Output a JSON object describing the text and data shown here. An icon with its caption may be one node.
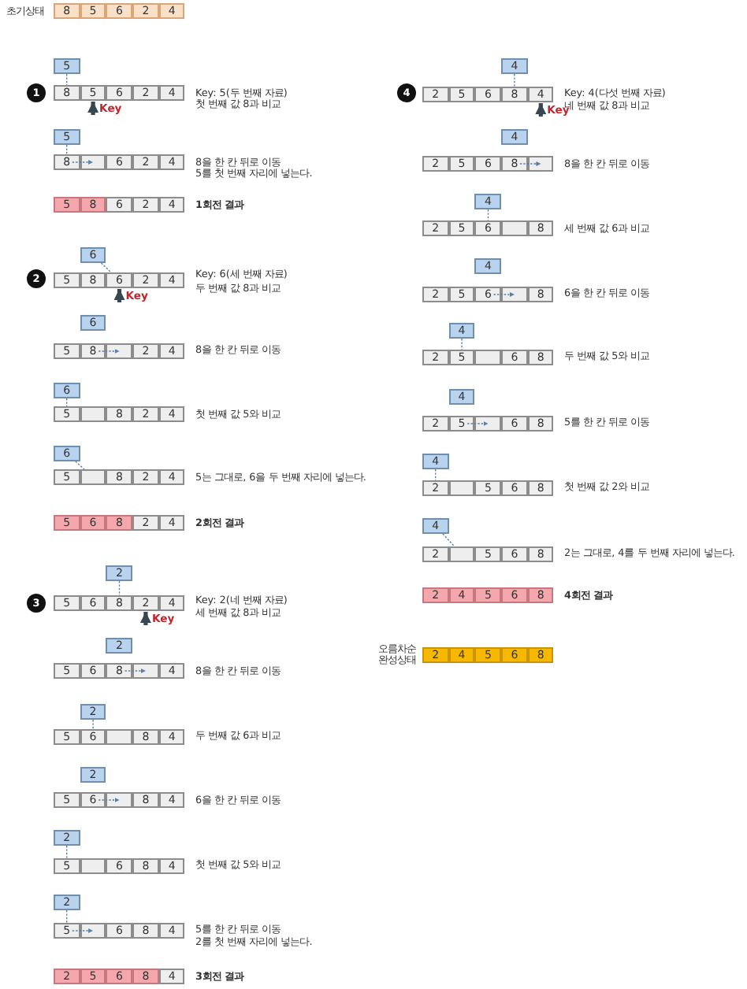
{
  "diagram": {
    "nodes": [
      {
        "text": [
          "8"
        ]
      },
      {
        "text": [
          "5"
        ]
      },
      {
        "text": [
          "6"
        ]
      },
      {
        "text": [
          "2"
        ]
      },
      {
        "text": [
          "4"
        ]
      },
      {
        "text": [
          "5"
        ]
      },
      {
        "text": [
          "1"
        ]
      },
      {
        "text": [
          "8"
        ]
      },
      {
        "text": [
          "5"
        ]
      },
      {
        "text": [
          "6"
        ]
      },
      {
        "text": [
          "2"
        ]
      },
      {
        "text": [
          "4"
        ]
      },
      {
        "text": [
          "5"
        ]
      },
      {
        "text": [
          "8"
        ]
      },
      {
        "text": [],
        "shape": "box"
      },
      {
        "text": [
          "6"
        ]
      },
      {
        "text": [
          "2"
        ]
      },
      {
        "text": [
          "4"
        ]
      },
      {
        "text": [
          "5"
        ]
      },
      {
        "text": [
          "8"
        ]
      },
      {
        "text": [
          "6"
        ]
      },
      {
        "text": [
          "2"
        ]
      },
      {
        "text": [
          "4"
        ]
      },
      {
        "text": [
          "6"
        ]
      },
      {
        "text": [
          "2"
        ]
      },
      {
        "text": [
          "5"
        ]
      },
      {
        "text": [
          "8"
        ]
      },
      {
        "text": [
          "6"
        ]
      },
      {
        "text": [
          "2"
        ]
      },
      {
        "text": [
          "4"
        ]
      },
      {
        "text": [
          "6"
        ]
      },
      {
        "text": [
          "5"
        ]
      },
      {
        "text": [
          "8"
        ]
      },
      {
        "text": [],
        "shape": "box"
      },
      {
        "text": [
          "2"
        ]
      },
      {
        "text": [
          "4"
        ]
      },
      {
        "text": [
          "6"
        ]
      },
      {
        "text": [
          "5"
        ]
      },
      {
        "text": [],
        "shape": "box"
      },
      {
        "text": [
          "8"
        ]
      },
      {
        "text": [
          "2"
        ]
      },
      {
        "text": [
          "4"
        ]
      },
      {
        "text": [
          "6"
        ]
      },
      {
        "text": [
          "5"
        ]
      },
      {
        "text": [],
        "shape": "box"
      },
      {
        "text": [
          "8"
        ]
      },
      {
        "text": [
          "2"
        ]
      },
      {
        "text": [
          "4"
        ]
      },
      {
        "text": [
          "5"
        ]
      },
      {
        "text": [
          "6"
        ]
      },
      {
        "text": [
          "8"
        ]
      },
      {
        "text": [
          "2"
        ]
      },
      {
        "text": [
          "4"
        ]
      },
      {
        "text": [
          "2"
        ]
      },
      {
        "text": [
          "3"
        ]
      },
      {
        "text": [
          "5"
        ]
      },
      {
        "text": [
          "6"
        ]
      },
      {
        "text": [
          "8"
        ]
      },
      {
        "text": [
          "2"
        ]
      },
      {
        "text": [
          "4"
        ]
      },
      {
        "text": [
          "2"
        ]
      },
      {
        "text": [
          "5"
        ]
      },
      {
        "text": [
          "6"
        ]
      },
      {
        "text": [
          "8"
        ]
      },
      {
        "text": [],
        "shape": "box"
      },
      {
        "text": [
          "4"
        ]
      },
      {
        "text": [
          "2"
        ]
      },
      {
        "text": [
          "5"
        ]
      },
      {
        "text": [
          "6"
        ]
      },
      {
        "text": [],
        "shape": "box"
      },
      {
        "text": [
          "8"
        ]
      },
      {
        "text": [
          "4"
        ]
      },
      {
        "text": [
          "2"
        ]
      },
      {
        "text": [
          "5"
        ]
      },
      {
        "text": [
          "6"
        ]
      },
      {
        "text": [],
        "shape": "box"
      },
      {
        "text": [
          "8"
        ]
      },
      {
        "text": [
          "4"
        ]
      },
      {
        "text": [
          "2"
        ]
      },
      {
        "text": [
          "5"
        ]
      },
      {
        "text": [],
        "shape": "box"
      },
      {
        "text": [
          "6"
        ]
      },
      {
        "text": [
          "8"
        ]
      },
      {
        "text": [
          "4"
        ]
      },
      {
        "text": [
          "2"
        ]
      },
      {
        "text": [
          "5"
        ]
      },
      {
        "text": [],
        "shape": "box"
      },
      {
        "text": [
          "6"
        ]
      },
      {
        "text": [
          "8"
        ]
      },
      {
        "text": [
          "4"
        ]
      },
      {
        "text": [
          "2"
        ]
      },
      {
        "text": [
          "5"
        ]
      },
      {
        "text": [
          "6"
        ]
      },
      {
        "text": [
          "8"
        ]
      },
      {
        "text": [
          "4"
        ]
      },
      {
        "text": [
          "4"
        ]
      },
      {
        "text": [
          "4"
        ]
      },
      {
        "text": [
          "2"
        ]
      },
      {
        "text": [
          "5"
        ]
      },
      {
        "text": [
          "6"
        ]
      },
      {
        "text": [
          "8"
        ]
      },
      {
        "text": [
          "4"
        ]
      },
      {
        "text": [
          "4"
        ]
      },
      {
        "text": [
          "2"
        ]
      },
      {
        "text": [
          "5"
        ]
      },
      {
        "text": [
          "6"
        ]
      },
      {
        "text": [
          "8"
        ]
      },
      {
        "text": [],
        "shape": "box"
      },
      {
        "text": [
          "4"
        ]
      },
      {
        "text": [
          "2"
        ]
      },
      {
        "text": [
          "5"
        ]
      },
      {
        "text": [
          "6"
        ]
      },
      {
        "text": [],
        "shape": "box"
      },
      {
        "text": [
          "8"
        ]
      },
      {
        "text": [
          "4"
        ]
      },
      {
        "text": [
          "2"
        ]
      },
      {
        "text": [
          "5"
        ]
      },
      {
        "text": [
          "6"
        ]
      },
      {
        "text": [],
        "shape": "box"
      },
      {
        "text": [
          "8"
        ]
      },
      {
        "text": [
          "4"
        ]
      },
      {
        "text": [
          "2"
        ]
      },
      {
        "text": [
          "5"
        ]
      },
      {
        "text": [],
        "shape": "box"
      },
      {
        "text": [
          "6"
        ]
      },
      {
        "text": [
          "8"
        ]
      },
      {
        "text": [
          "4"
        ]
      },
      {
        "text": [
          "2"
        ]
      },
      {
        "text": [
          "5"
        ]
      },
      {
        "text": [],
        "shape": "box"
      },
      {
        "text": [
          "6"
        ]
      },
      {
        "text": [
          "8"
        ]
      },
      {
        "text": [
          "4"
        ]
      },
      {
        "text": [
          "2"
        ]
      },
      {
        "text": [],
        "shape": "box"
      },
      {
        "text": [
          "5"
        ]
      },
      {
        "text": [
          "6"
        ]
      },
      {
        "text": [
          "8"
        ]
      },
      {
        "text": [
          "4"
        ]
      },
      {
        "text": [
          "2"
        ]
      },
      {
        "text": [],
        "shape": "box"
      },
      {
        "text": [
          "5"
        ]
      },
      {
        "text": [
          "6"
        ]
      },
      {
        "text": [
          "8"
        ]
      },
      {
        "text": [
          "2"
        ]
      },
      {
        "text": [
          "4"
        ]
      },
      {
        "text": [
          "5"
        ]
      },
      {
        "text": [
          "6"
        ]
      },
      {
        "text": [
          "8"
        ]
      },
      {
        "text": [
          "2"
        ]
      },
      {
        "text": [
          "4"
        ]
      },
      {
        "text": [
          "5"
        ]
      },
      {
        "text": [
          "6"
        ]
      },
      {
        "text": [
          "8"
        ]
      }
    ],
    "edges": [
      {
        "from": 5,
        "to": 7,
        "arrow": "none",
        "style": "dashed"
      },
      {
        "from": null,
        "to": 8,
        "arrow": "to",
        "label": "Key",
        "style": "thick",
        "color": "#37474f"
      },
      {
        "from": 12,
        "to": 13,
        "arrow": "none",
        "style": "dashed"
      },
      {
        "from": 13,
        "to": 14,
        "arrow": "to",
        "style": "dashed"
      },
      {
        "from": 23,
        "to": 27,
        "arrow": "none",
        "style": "dashed"
      },
      {
        "from": null,
        "to": 27,
        "arrow": "to",
        "label": "Key",
        "style": "thick",
        "color": "#37474f"
      },
      {
        "from": 32,
        "to": 33,
        "arrow": "to",
        "style": "dashed"
      },
      {
        "from": 36,
        "to": 37,
        "arrow": "none",
        "style": "dashed"
      },
      {
        "from": 42,
        "to": 44,
        "arrow": "none",
        "style": "dashed"
      },
      {
        "from": 53,
        "to": 57,
        "arrow": "none",
        "style": "dashed"
      },
      {
        "from": null,
        "to": 58,
        "arrow": "to",
        "label": "Key",
        "style": "thick",
        "color": "#37474f"
      },
      {
        "from": 63,
        "to": 64,
        "arrow": "to",
        "style": "dashed"
      },
      {
        "from": 66,
        "to": 68,
        "arrow": "none",
        "style": "dashed"
      },
      {
        "from": 74,
        "to": 75,
        "arrow": "to",
        "style": "dashed"
      },
      {
        "from": 78,
        "to": 79,
        "arrow": "none",
        "style": "dashed"
      },
      {
        "from": 84,
        "to": 85,
        "arrow": "none",
        "style": "dashed"
      },
      {
        "from": 85,
        "to": 86,
        "arrow": "to",
        "style": "dashed"
      },
      {
        "from": 95,
        "to": 100,
        "arrow": "none",
        "style": "dashed"
      },
      {
        "from": null,
        "to": 101,
        "arrow": "to",
        "label": "Key",
        "style": "thick",
        "color": "#37474f"
      },
      {
        "from": 106,
        "to": 107,
        "arrow": "to",
        "style": "dashed"
      },
      {
        "from": 108,
        "to": 111,
        "arrow": "none",
        "style": "dashed"
      },
      {
        "from": 117,
        "to": 118,
        "arrow": "to",
        "style": "dashed"
      },
      {
        "from": 120,
        "to": 122,
        "arrow": "none",
        "style": "dashed"
      },
      {
        "from": 128,
        "to": 129,
        "arrow": "to",
        "style": "dashed"
      },
      {
        "from": 132,
        "to": 133,
        "arrow": "none",
        "style": "dashed"
      },
      {
        "from": 138,
        "to": 140,
        "arrow": "none",
        "style": "dashed"
      }
    ],
    "labels": [
      "초기상태",
      "Key: 5(두 번째 자료)",
      "첫 번째 값 8과 비교",
      "8을 한 칸 뒤로 이동",
      "5를 첫 번째 자리에 넣는다.",
      "1회전 결과",
      "Key: 6(세 번째 자료)",
      "두 번째 값 8과 비교",
      "8을 한 칸 뒤로 이동",
      "첫 번째 값 5와 비교",
      "5는 그대로, 6을 두 번째 자리에 넣는다.",
      "2회전 결과",
      "Key: 2(네 번째 자료)",
      "세 번째 값 8과 비교",
      "8을 한 칸 뒤로 이동",
      "두 번째 값 6과 비교",
      "6을 한 칸 뒤로 이동",
      "첫 번째 값 5와 비교",
      "5를 한 칸 뒤로 이동",
      "2를 첫 번째 자리에 넣는다.",
      "3회전 결과",
      "Key: 4(다섯 번째 자료)",
      "네 번째 값 8과 비교",
      "8을 한 칸 뒤로 이동",
      "세 번째 값 6과 비교",
      "6을 한 칸 뒤로 이동",
      "두 번째 값 5와 비교",
      "5를 한 칸 뒤로 이동",
      "첫 번째 값 2와 비교",
      "2는 그대로, 4를 두 번째 자리에 넣는다.",
      "4회전 결과",
      "오름차순 완성상태"
    ]
  }
}
